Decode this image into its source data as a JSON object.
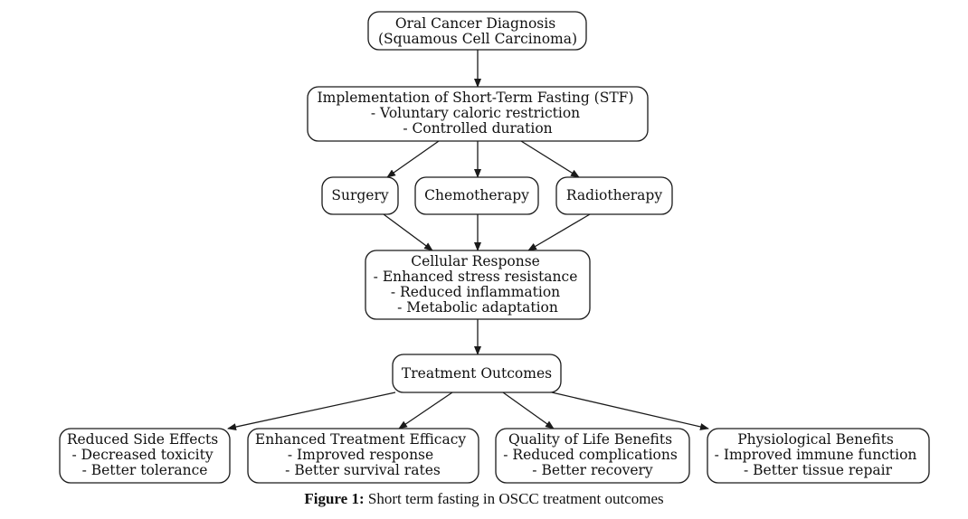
{
  "nodes": {
    "diagnosis": [
      "Oral Cancer Diagnosis",
      "(Squamous Cell Carcinoma)"
    ],
    "stf": [
      "Implementation of Short-Term Fasting (STF)",
      "- Voluntary caloric restriction",
      "- Controlled duration"
    ],
    "surgery": [
      "Surgery"
    ],
    "chemo": [
      "Chemotherapy"
    ],
    "radio": [
      "Radiotherapy"
    ],
    "cellular": [
      "Cellular Response",
      "- Enhanced stress resistance",
      "- Reduced inflammation",
      "- Metabolic adaptation"
    ],
    "outcomes": [
      "Treatment Outcomes"
    ],
    "side_effects": [
      "Reduced Side Effects",
      "- Decreased toxicity",
      "- Better tolerance"
    ],
    "efficacy": [
      "Enhanced Treatment Efficacy",
      "- Improved response",
      "- Better survival rates"
    ],
    "qol": [
      "Quality of Life Benefits",
      "- Reduced complications",
      "- Better recovery"
    ],
    "physio": [
      "Physiological Benefits",
      "- Improved immune function",
      "- Better tissue repair"
    ]
  },
  "caption": {
    "label": "Figure 1:",
    "text": " Short term fasting in OSCC treatment outcomes"
  }
}
